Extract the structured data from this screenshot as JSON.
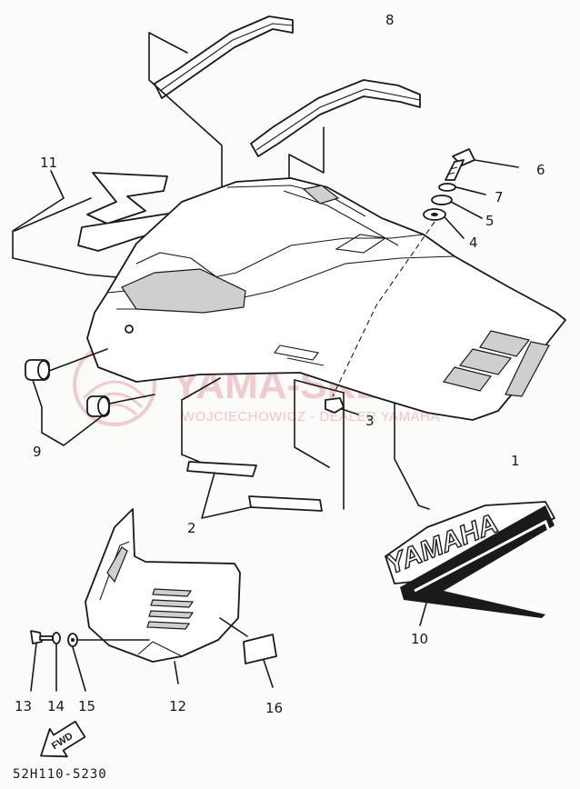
{
  "watermark": {
    "brand": "YAMA-SKLEP.PL",
    "dealer": "WOJCIECHOWICZ - DEALER YAMAHA"
  },
  "diagram": {
    "code": "52H110-5230",
    "decal_text": "YAMAHA",
    "fwd_label": "FWD",
    "callouts": [
      {
        "id": "1",
        "text": "1"
      },
      {
        "id": "2",
        "text": "2"
      },
      {
        "id": "3",
        "text": "3"
      },
      {
        "id": "4",
        "text": "4"
      },
      {
        "id": "5",
        "text": "5"
      },
      {
        "id": "6",
        "text": "6"
      },
      {
        "id": "7",
        "text": "7"
      },
      {
        "id": "8",
        "text": "8"
      },
      {
        "id": "9",
        "text": "9"
      },
      {
        "id": "10",
        "text": "10"
      },
      {
        "id": "11",
        "text": "11"
      },
      {
        "id": "12",
        "text": "12"
      },
      {
        "id": "13",
        "text": "13"
      },
      {
        "id": "14",
        "text": "14"
      },
      {
        "id": "15",
        "text": "15"
      },
      {
        "id": "16",
        "text": "16"
      }
    ]
  }
}
